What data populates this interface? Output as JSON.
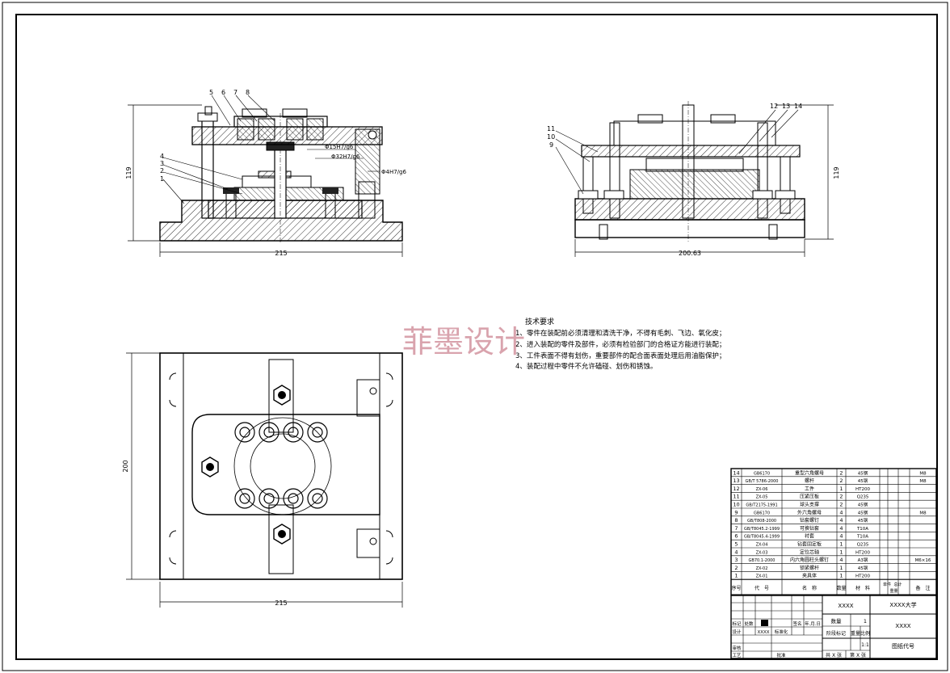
{
  "views": {
    "front": {
      "width_dim": "215",
      "height_dim": "119",
      "callouts": [
        "5",
        "6",
        "7",
        "8",
        "4",
        "3",
        "2",
        "1"
      ],
      "fits": [
        "Φ15H7/g6",
        "Φ32H7/g6",
        "Φ4H7/g6"
      ]
    },
    "side": {
      "width_dim": "200.63",
      "height_dim": "119",
      "callouts": [
        "12",
        "13",
        "14",
        "11",
        "10",
        "9"
      ]
    },
    "top": {
      "width_dim": "215",
      "height_dim": "200"
    }
  },
  "notes": {
    "title": "技术要求",
    "items": [
      "1、零件在装配前必须清理和清洗干净，不得有毛刺、飞边、氧化皮；",
      "2、进入装配的零件及部件，必须有检验部门的合格证方能进行装配；",
      "3、工件表面不得有划伤，重要部件的配合面表面处理后用油脂保护；",
      "4、装配过程中零件不允许磕碰、划伤和锈蚀。"
    ]
  },
  "watermark": "菲墨设计",
  "bom": {
    "rows": [
      {
        "no": "14",
        "code": "GB6170",
        "name": "重型六角螺母",
        "qty": "2",
        "mat": "45钢",
        "note": "M8"
      },
      {
        "no": "13",
        "code": "GB/T 5786-2000",
        "name": "螺杆",
        "qty": "2",
        "mat": "45钢",
        "note": "M8"
      },
      {
        "no": "12",
        "code": "ZX-06",
        "name": "工件",
        "qty": "1",
        "mat": "HT200",
        "note": ""
      },
      {
        "no": "11",
        "code": "ZX-05",
        "name": "压紧压板",
        "qty": "2",
        "mat": "Q235",
        "note": ""
      },
      {
        "no": "10",
        "code": "GB/T2175-1991",
        "name": "球头支撑",
        "qty": "2",
        "mat": "45钢",
        "note": ""
      },
      {
        "no": "9",
        "code": "GB6170",
        "name": "外六角螺母",
        "qty": "4",
        "mat": "45钢",
        "note": "M8"
      },
      {
        "no": "8",
        "code": "GB/T808-2000",
        "name": "钻套螺钉",
        "qty": "4",
        "mat": "45钢",
        "note": ""
      },
      {
        "no": "7",
        "code": "GB/T8045.2-1999",
        "name": "可换钻套",
        "qty": "4",
        "mat": "T10A",
        "note": ""
      },
      {
        "no": "6",
        "code": "GB/T8045.4-1999",
        "name": "衬套",
        "qty": "4",
        "mat": "T10A",
        "note": ""
      },
      {
        "no": "5",
        "code": "ZX-04",
        "name": "钻套固定板",
        "qty": "1",
        "mat": "Q235",
        "note": ""
      },
      {
        "no": "4",
        "code": "ZX-03",
        "name": "定位芯轴",
        "qty": "1",
        "mat": "HT200",
        "note": ""
      },
      {
        "no": "3",
        "code": "GB70.1-2000",
        "name": "内六角圆柱头螺钉",
        "qty": "4",
        "mat": "A3钢",
        "note": "M6×16"
      },
      {
        "no": "2",
        "code": "ZX-02",
        "name": "锁紧螺杆",
        "qty": "1",
        "mat": "45钢",
        "note": ""
      },
      {
        "no": "1",
        "code": "ZX-01",
        "name": "夹具体",
        "qty": "1",
        "mat": "HT200",
        "note": ""
      }
    ],
    "header": {
      "no": "序号",
      "code": "代　号",
      "name": "名　称",
      "qty": "数量",
      "mat": "材　料",
      "unit": "单件",
      "total": "总计",
      "weight": "重量",
      "note": "备　注"
    }
  },
  "title_block": {
    "part_name": "XXXX",
    "school": "XXXX大学",
    "drawing_no": "XXXX",
    "qty_label": "数量",
    "qty_value": "1",
    "stage_label": "阶段标记",
    "weight_label": "重量",
    "scale_label": "比例",
    "scale_value": "1:1",
    "code_label": "图纸代号",
    "sheet_total": "共 X 张",
    "sheet_no": "第 X 张",
    "mark_label": "标记",
    "count_label": "处数",
    "sign_label": "签名",
    "date_label": "年.月.日",
    "design_label": "设计",
    "design_name": "XXXX",
    "std_label": "标准化",
    "review_label": "审核",
    "craft_label": "工艺",
    "approve_label": "批准"
  }
}
